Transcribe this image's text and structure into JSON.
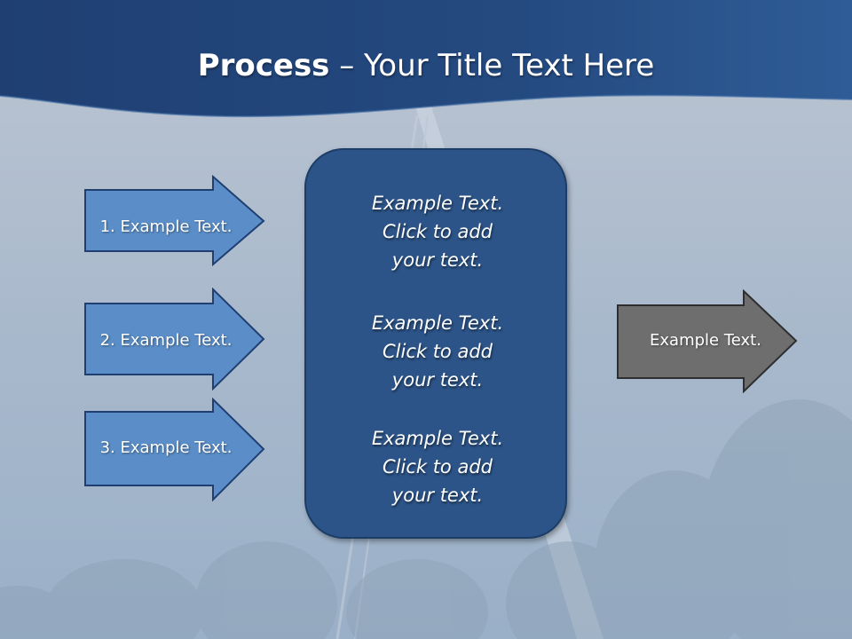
{
  "title": {
    "bold": "Process",
    "rest": " – Your Title Text Here"
  },
  "inputs": [
    {
      "label": "1. Example Text."
    },
    {
      "label": "2. Example Text."
    },
    {
      "label": "3. Example Text."
    }
  ],
  "center": {
    "blocks": [
      "Example Text.\nClick  to add\nyour text.",
      "Example Text.\nClick  to add\nyour text.",
      "Example Text.\nClick  to add\nyour text."
    ]
  },
  "output": {
    "label": "Example Text."
  },
  "colors": {
    "header": "#22467c",
    "input_arrow": "#5b8ec8",
    "center_box": "#2c5488",
    "output_arrow": "#6e6e6e"
  }
}
